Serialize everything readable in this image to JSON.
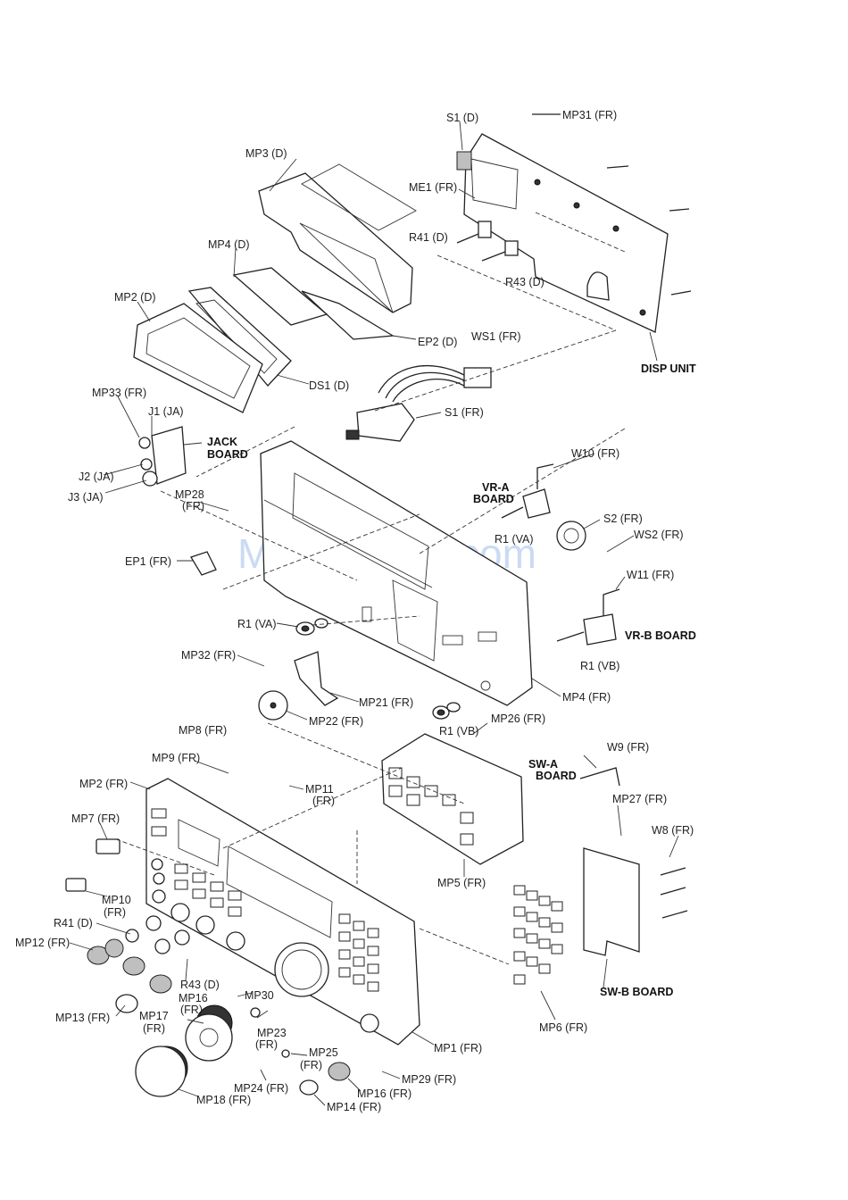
{
  "watermark": "ManualsLib.com",
  "labels": {
    "mp31": "MP31 (FR)",
    "s1_d": "S1 (D)",
    "mp3_d": "MP3 (D)",
    "me1": "ME1 (FR)",
    "r41_d_top": "R41 (D)",
    "r43_d_top": "R43 (D)",
    "mp4_d": "MP4 (D)",
    "mp2_d": "MP2 (D)",
    "ep2": "EP2 (D)",
    "ws1": "WS1 (FR)",
    "disp_unit": "DISP UNIT",
    "ds1": "DS1 (D)",
    "mp33": "MP33 (FR)",
    "j1": "J1 (JA)",
    "jack_board_1": "JACK",
    "jack_board_2": "BOARD",
    "s1_fr": "S1 (FR)",
    "j2": "J2 (JA)",
    "j3": "J3 (JA)",
    "mp28_1": "MP28",
    "mp28_2": "(FR)",
    "w10": "W10 (FR)",
    "vra_1": "VR-A",
    "vra_2": "BOARD",
    "s2": "S2 (FR)",
    "r1_va_right": "R1 (VA)",
    "ws2": "WS2 (FR)",
    "ep1": "EP1 (FR)",
    "w11": "W11 (FR)",
    "vrb_board": "VR-B BOARD",
    "r1_va_left": "R1 (VA)",
    "mp32": "MP32 (FR)",
    "r1_vb_right": "R1 (VB)",
    "mp21": "MP21 (FR)",
    "mp4_fr": "MP4 (FR)",
    "mp22": "MP22 (FR)",
    "mp26": "MP26 (FR)",
    "r1_vb_bottom": "R1 (VB)",
    "mp8": "MP8 (FR)",
    "w9": "W9 (FR)",
    "swa_1": "SW-A",
    "swa_2": "BOARD",
    "mp9": "MP9 (FR)",
    "mp2_fr": "MP2 (FR)",
    "mp11_1": "MP11",
    "mp11_2": "(FR)",
    "mp27": "MP27 (FR)",
    "mp7": "MP7 (FR)",
    "w8": "W8 (FR)",
    "mp5": "MP5 (FR)",
    "mp10_1": "MP10",
    "mp10_2": "(FR)",
    "r41_d_bottom": "R41 (D)",
    "mp12": "MP12 (FR)",
    "r43_d_bottom": "R43 (D)",
    "mp16_left_1": "MP16",
    "mp16_left_2": "(FR)",
    "mp30": "MP30",
    "swb_board": "SW-B BOARD",
    "mp13": "MP13 (FR)",
    "mp17_1": "MP17",
    "mp17_2": "(FR)",
    "mp23_1": "MP23",
    "mp23_2": "(FR)",
    "mp6": "MP6 (FR)",
    "mp1": "MP1 (FR)",
    "mp25_1": "MP25",
    "mp25_2": "(FR)",
    "mp29": "MP29 (FR)",
    "mp24": "MP24 (FR)",
    "mp16_bottom": "MP16 (FR)",
    "mp18": "MP18 (FR)",
    "mp14": "MP14 (FR)"
  }
}
